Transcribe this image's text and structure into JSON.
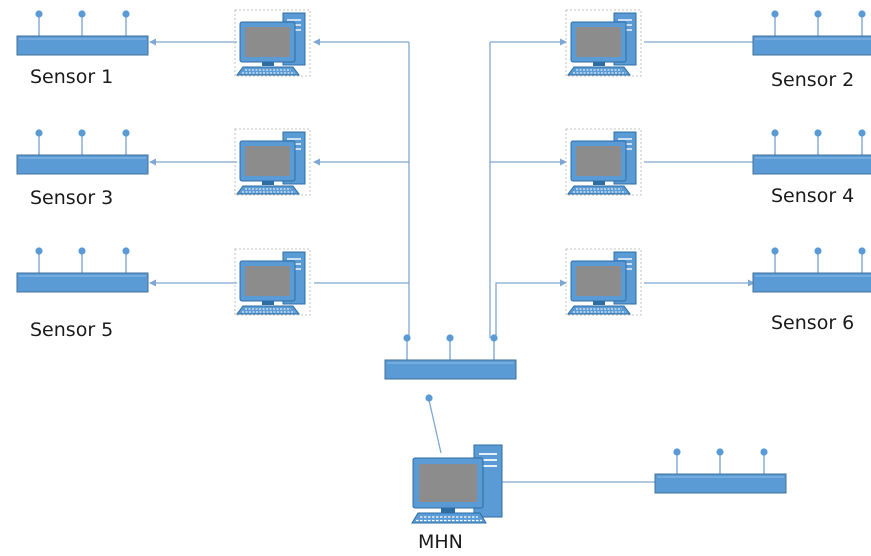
{
  "diagram": {
    "labels": {
      "sensor_1": "Sensor 1",
      "sensor_2": "Sensor 2",
      "sensor_3": "Sensor 3",
      "sensor_4": "Sensor 4",
      "sensor_5": "Sensor 5",
      "sensor_6": "Sensor 6",
      "mhn": "MHN"
    },
    "colors": {
      "hub_fill": "#5b9bd5",
      "hub_stroke": "#41719c",
      "line": "#7fa7d4",
      "screen": "#8c8c8c",
      "node_dot": "#5b9bd5"
    },
    "icons": {
      "computer": "desktop-computer-icon",
      "hub": "network-hub-icon"
    }
  }
}
